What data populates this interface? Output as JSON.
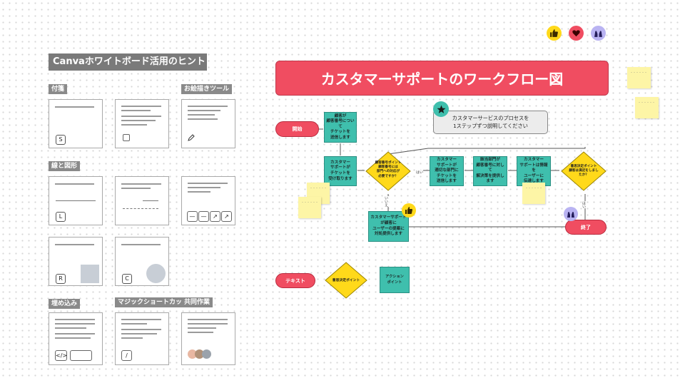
{
  "hints": {
    "title": "Canvaホワイトボード活用のヒント",
    "sections": {
      "sticky": "付箋",
      "drawing": "お絵描きツール",
      "lines_shapes": "線と図形",
      "embed": "埋め込み",
      "magic_shortcuts": "マジックショートカット",
      "collab": "共同作業"
    },
    "card_keys": {
      "sticky": "S",
      "line": "L",
      "rect": "R",
      "circle": "C"
    }
  },
  "flow": {
    "title": "カスタマーサポートのワークフロー図",
    "subtitle": "カスタマーサービスのプロセスを\n1ステップずつ説明してください",
    "start": "開始",
    "end": "終了",
    "text_label": "テキスト",
    "boxes": [
      "顧客が\n顧客番号について\nチケットを\n送信します",
      "カスタマー\nサポートが\nチケットを\n受け取ります",
      "カスタマー\nサポートが\n適切な部門に\nチケットを\n送信します",
      "該当部門が\n顧客番号に対して\n解決策を提供します",
      "カスタマー\nサポートは情報を\nユーザーに\n伝達します",
      "カスタマーサポート\nが顧客に\nユーザーの提案に\n対処提供します"
    ],
    "decisions": [
      "顧客番号ポイント\n顧客番号には\n部門への対応が\n必要ですか？",
      "意思決定ポイント\n顧客は満足をしましたか？"
    ],
    "yes": "はい",
    "no": "いいえ",
    "legend": {
      "decision": "意思決定ポイント",
      "action": "アクション\nポイント"
    }
  },
  "colors": {
    "title_bg": "#f04d61",
    "box": "#3fbfad",
    "decision": "#ffd91a",
    "sticky": "#fdf5a6"
  },
  "reactions": [
    "thumbs-up-icon",
    "heart-icon",
    "raised-hands-icon"
  ]
}
